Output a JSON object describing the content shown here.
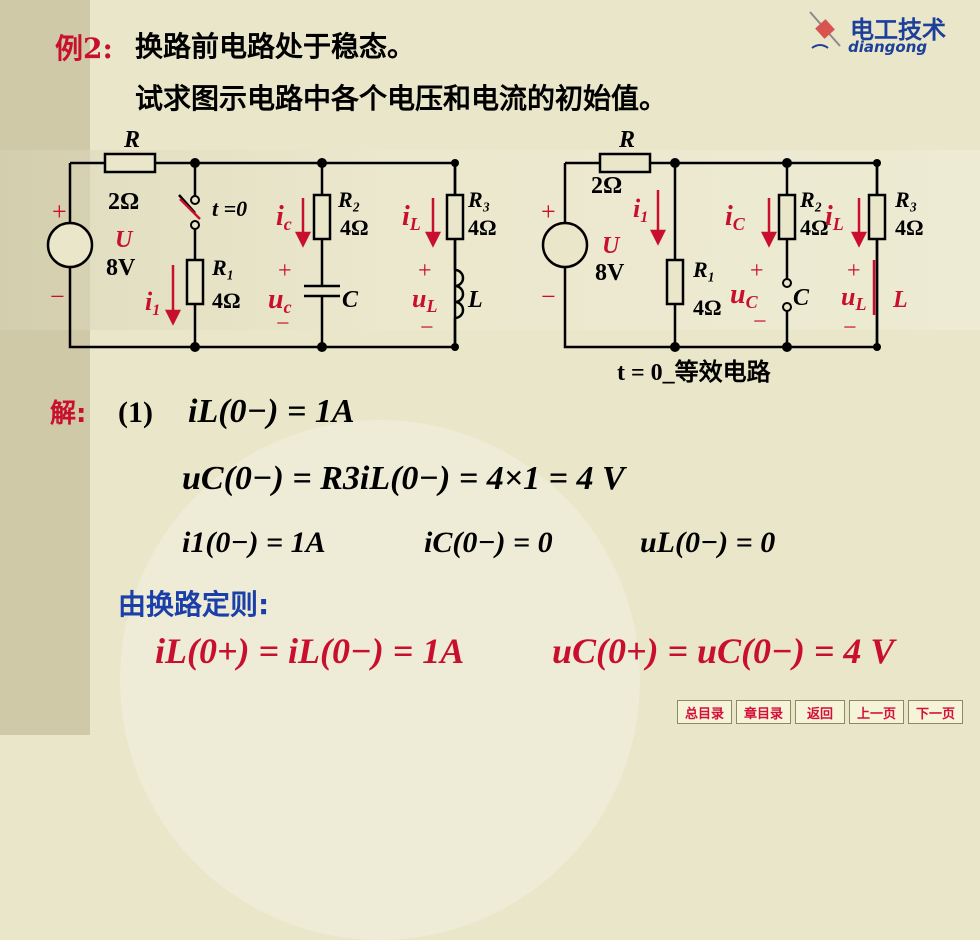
{
  "logo": {
    "cn": "电工技术",
    "en": "diangong"
  },
  "heading": {
    "label": "例2:",
    "line1": "换路前电路处于稳态。",
    "line2": "试求图示电路中各个电压和电流的初始值。"
  },
  "circuit1": {
    "R": "R",
    "R_val": "2Ω",
    "switch": "t =0",
    "U": "U",
    "U_val": "8V",
    "R1": "R₁",
    "R1_val": "4Ω",
    "R2": "R₂",
    "R2_val": "4Ω",
    "R3": "R₃",
    "R3_val": "4Ω",
    "ic": "i",
    "ic_sub": "c",
    "iL": "i",
    "iL_sub": "L",
    "i1": "i",
    "i1_sub": "1",
    "uc": "u",
    "uc_sub": "c",
    "uL": "u",
    "uL_sub": "L",
    "C": "C",
    "L": "L",
    "plus": "+",
    "minus": "−"
  },
  "circuit2": {
    "R": "R",
    "R_val": "2Ω",
    "U": "U",
    "U_val": "8V",
    "R1": "R₁",
    "R1_val": "4Ω",
    "R2": "R₂",
    "R2_val": "4Ω",
    "R3": "R₃",
    "R3_val": "4Ω",
    "i1": "i",
    "i1_sub": "1",
    "iC": "i",
    "iC_sub": "C",
    "iL": "i",
    "iL_sub": "L",
    "uC": "u",
    "uC_sub": "C",
    "uL": "u",
    "uL_sub": "L",
    "C": "C",
    "L": "L",
    "caption": "t = 0_等效电路",
    "plus": "+",
    "minus": "−"
  },
  "solution": {
    "label": "解:",
    "step": "(1)",
    "eq1": "iL(0−) = 1A",
    "eq2": "uC(0−) = R3iL(0−) = 4×1 = 4 V",
    "eq3a": "i1(0−) = 1A",
    "eq3b": "iC(0−) = 0",
    "eq3c": "uL(0−) = 0",
    "rule": "由换路定则:",
    "eq4a": "iL(0+) = iL(0−) = 1A",
    "eq4b": "uC(0+) = uC(0−) = 4 V"
  },
  "nav": [
    "总目录",
    "章目录",
    "返回",
    "上一页",
    "下一页"
  ],
  "colors": {
    "accent_red": "#c8102e",
    "blue": "#1a3fa8",
    "background": "#e9e6c9"
  }
}
